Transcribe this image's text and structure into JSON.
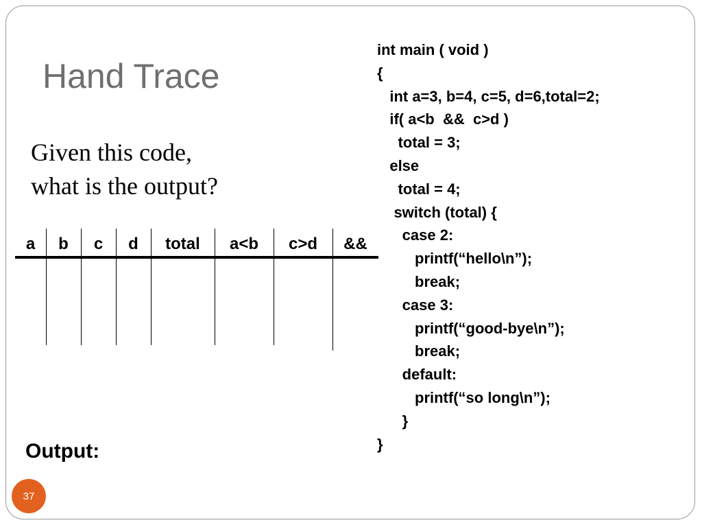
{
  "slide": {
    "title": "Hand Trace",
    "question_lines": [
      "Given this code,",
      "what is the output?"
    ],
    "output_label": "Output:",
    "page_number": "37"
  },
  "trace_table": {
    "headers": [
      "a",
      "b",
      "c",
      "d",
      "total",
      "a<b",
      "c>d",
      "&&"
    ]
  },
  "code": {
    "lines": [
      "int main ( void )",
      "{",
      "   int a=3, b=4, c=5, d=6,total=2;",
      "   if( a<b  &&  c>d )",
      "     total = 3;",
      "   else",
      "     total = 4;",
      "    switch (total) {",
      "      case 2:",
      "         printf(“hello\\n”);",
      "         break;",
      "      case 3:",
      "         printf(“good-bye\\n”);",
      "         break;",
      "      default:",
      "         printf(“so long\\n”);",
      "      }",
      "}"
    ]
  },
  "colors": {
    "title": "#6f6f6f",
    "badge": "#e3611f",
    "frame_border": "#9a9a9a"
  }
}
